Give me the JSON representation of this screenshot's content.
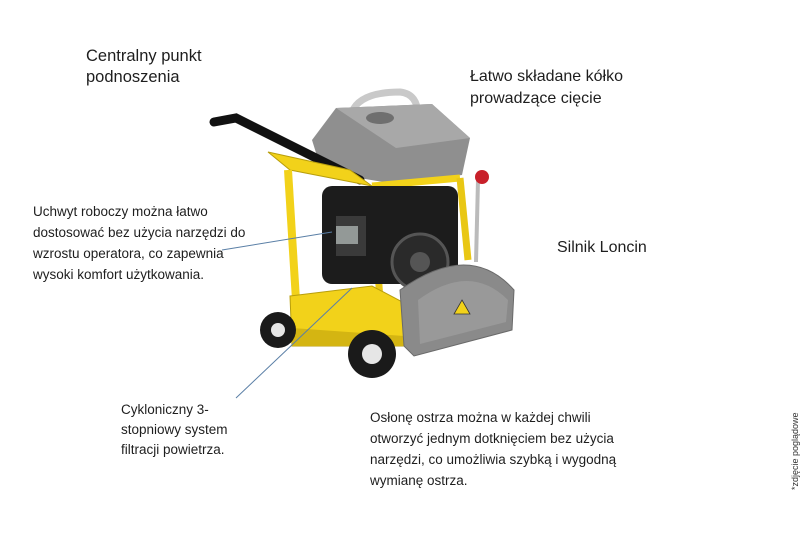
{
  "labels": {
    "lift_point": "Centralny punkt\npodnoszenia",
    "folding_wheel": "Łatwo składane kółko\nprowadzące cięcie",
    "handle": "Uchwyt roboczy można łatwo\ndostosować bez użycia narzędzi do\nwzrostu operatora, co zapewnia\nwysoki komfort użytkowania.",
    "engine": "Silnik Loncin",
    "air_filter": "Cykloniczny 3-\nstopniowy system\nfiltracji powietrza.",
    "blade_guard": "Osłonę ostrza można w każdej chwili\notworzyć jednym dotknięciem bez użycia\nnarzędzi, co umożliwia szybką i wygodną\nwymianę ostrza."
  },
  "note": "*zdjęcie poglądowe",
  "colors": {
    "frame_yellow": "#f2d21a",
    "gray_body": "#8a8a8a",
    "engine_black": "#1c1c1c",
    "pointer_blue": "#5a7fa6"
  }
}
